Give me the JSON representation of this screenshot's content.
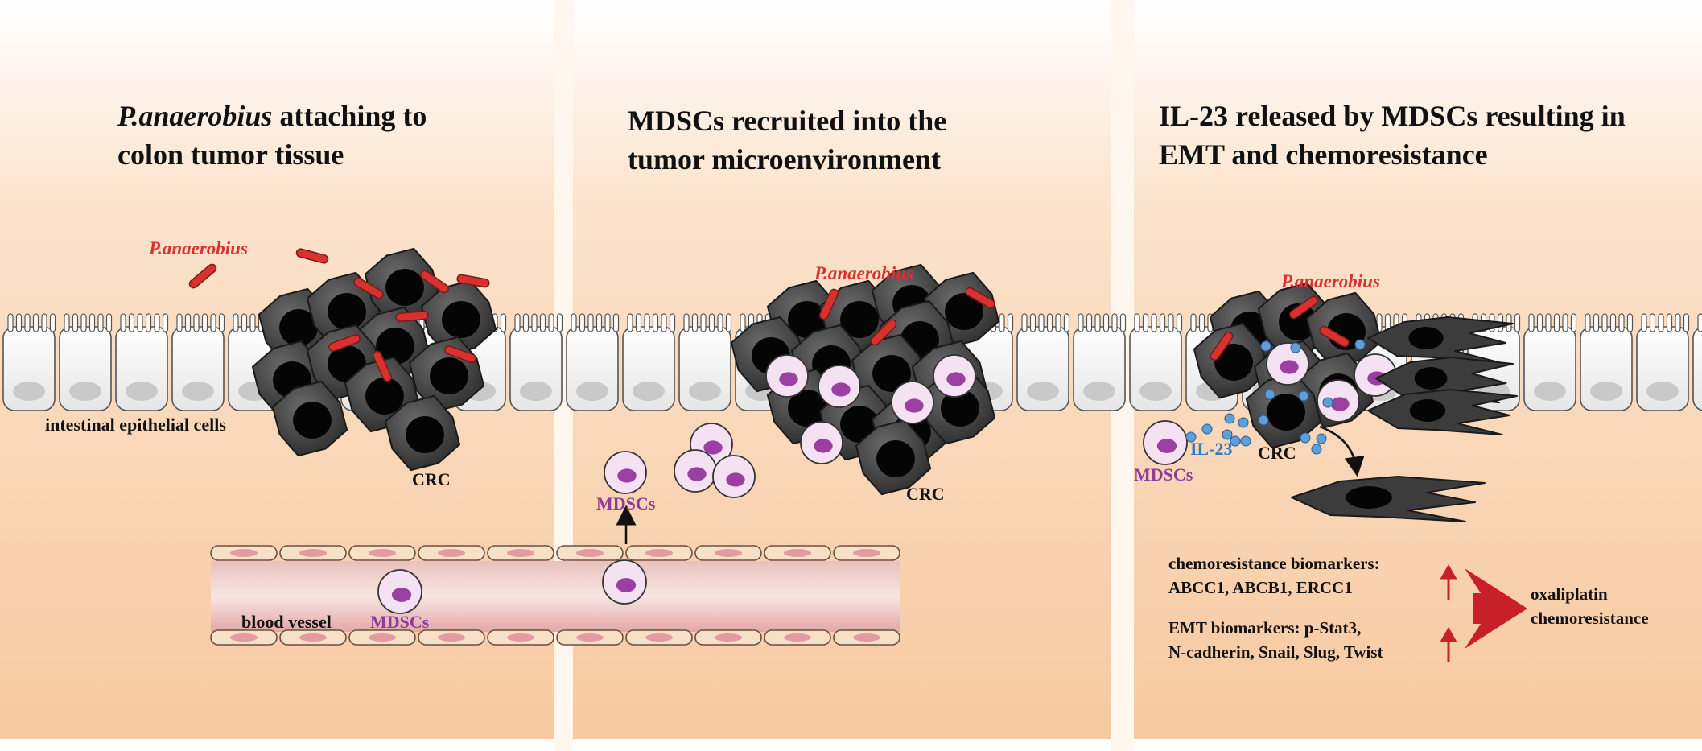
{
  "panels": [
    {
      "title_italic": "P.anaerobius",
      "title_rest": " attaching to",
      "title_line2": "colon tumor tissue"
    },
    {
      "title_line1": "MDSCs recruited into the",
      "title_line2": "tumor microenvironment"
    },
    {
      "title_line1": "IL-23 released by MDSCs resulting in",
      "title_line2": "EMT and chemoresistance"
    }
  ],
  "labels": {
    "bacterium": "P.anaerobius",
    "epithelium": "intestinal epithelial cells",
    "tumor": "CRC",
    "mdsc": "MDSCs",
    "vessel": "blood vessel",
    "cytokine": "IL-23"
  },
  "biomarkers": {
    "chemo_title": "chemoresistance biomarkers:",
    "chemo_list": "ABCC1, ABCB1, ERCC1",
    "emt_title": "EMT biomarkers: p-Stat3,",
    "emt_list": "N-cadherin, Snail, Slug, Twist",
    "outcome_line1": "oxaliplatin",
    "outcome_line2": "chemoresistance"
  },
  "colors": {
    "background": "#f8cfa8",
    "tumor_cell": "#404040",
    "bacterium": "#d7322e",
    "mdsc_nucleus": "#9b3fa3",
    "mdsc_cell": "#f4e1f2",
    "cytokine": "#5d9fd8",
    "vessel": "#e8a4a4",
    "arrow_red": "#c8202a"
  }
}
